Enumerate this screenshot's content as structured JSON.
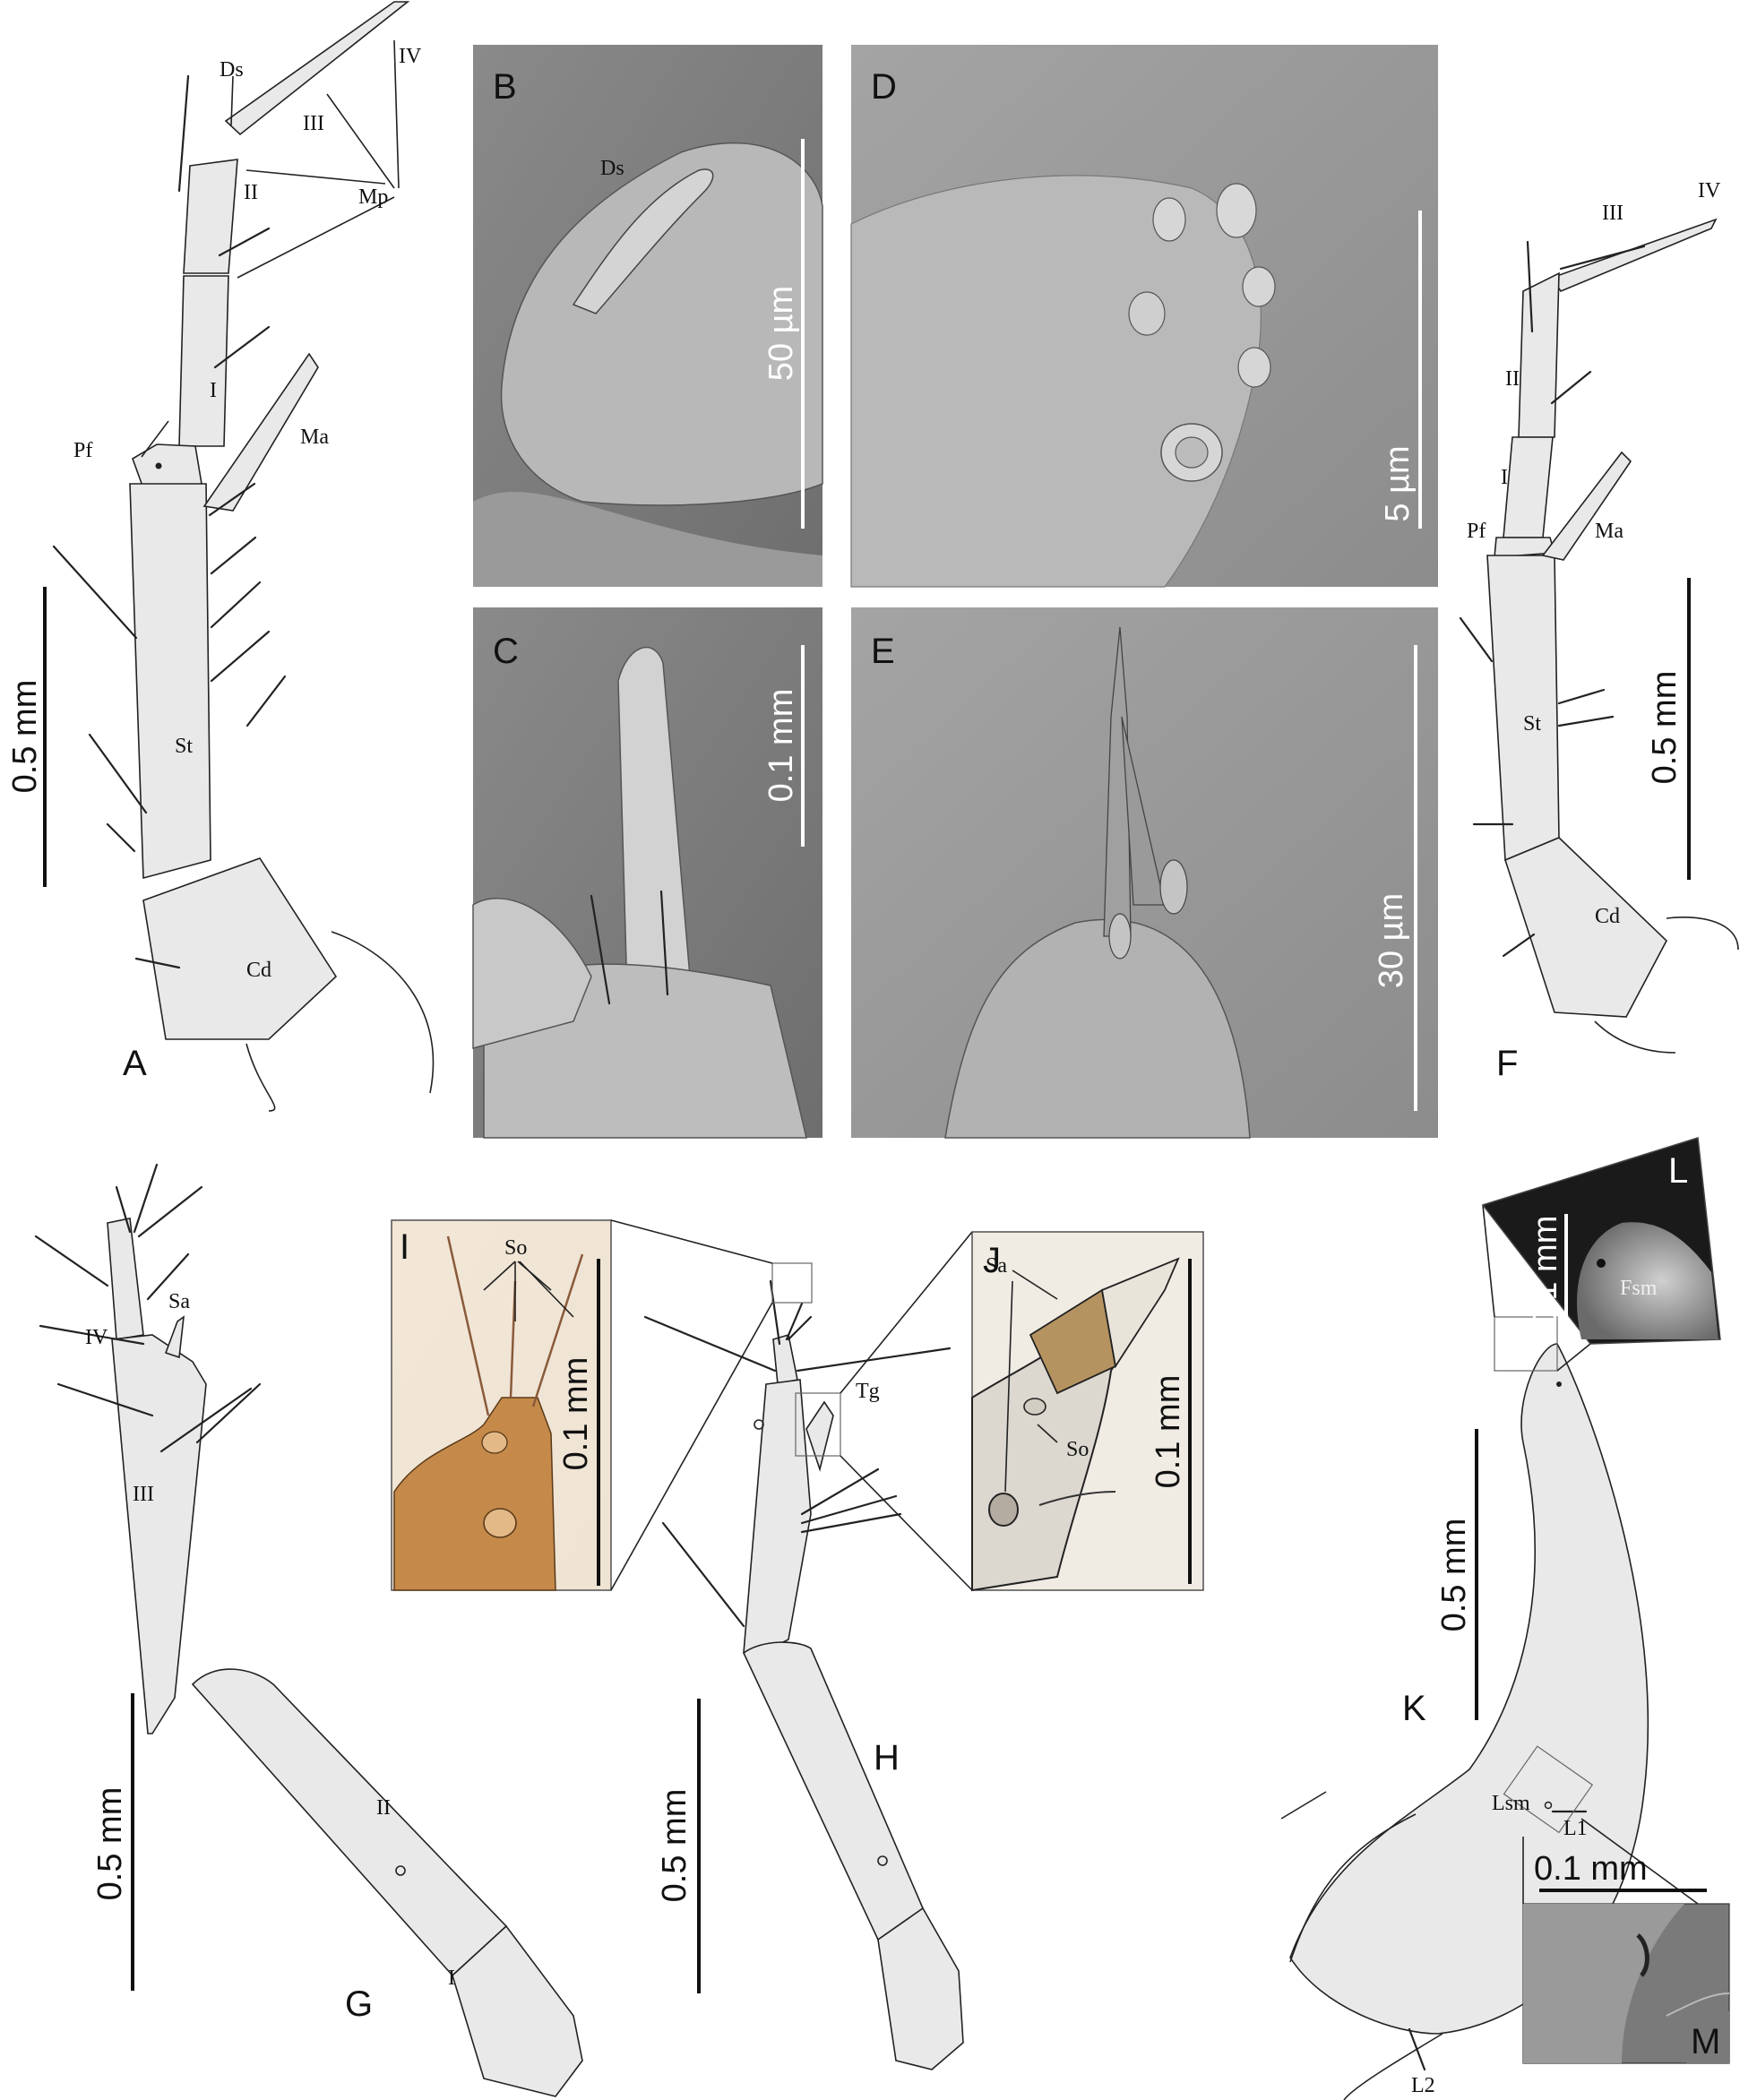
{
  "panels": {
    "A": {
      "letter": "A",
      "scale": "0.5 mm",
      "labels": {
        "ds": "Ds",
        "iv": "IV",
        "iii": "III",
        "ii": "II",
        "mp": "Mp",
        "i": "I",
        "pf": "Pf",
        "ma": "Ma",
        "st": "St",
        "cd": "Cd"
      }
    },
    "B": {
      "letter": "B",
      "scale": "50 µm",
      "labels": {
        "ds": "Ds"
      }
    },
    "C": {
      "letter": "C",
      "scale": "0.1 mm"
    },
    "D": {
      "letter": "D",
      "scale": "5 µm"
    },
    "E": {
      "letter": "E",
      "scale": "30 µm"
    },
    "F": {
      "letter": "F",
      "scale": "0.5 mm",
      "labels": {
        "iv": "IV",
        "iii": "III",
        "ii": "II",
        "i": "I",
        "pf": "Pf",
        "ma": "Ma",
        "st": "St",
        "cd": "Cd"
      }
    },
    "G": {
      "letter": "G",
      "scale": "0.5 mm",
      "labels": {
        "iv": "IV",
        "sa": "Sa",
        "iii": "III",
        "ii": "II",
        "i": "I"
      }
    },
    "H": {
      "letter": "H",
      "scale": "0.5 mm",
      "labels": {
        "tg": "Tg"
      }
    },
    "I": {
      "letter": "I",
      "scale": "0.1 mm",
      "labels": {
        "so": "So"
      }
    },
    "J": {
      "letter": "J",
      "scale": "0.1 mm",
      "labels": {
        "sa": "Sa",
        "so": "So"
      }
    },
    "K": {
      "letter": "K",
      "scale": "0.5 mm",
      "labels": {
        "lsm": "Lsm",
        "l1": "L1",
        "l2": "L2"
      }
    },
    "L": {
      "letter": "L",
      "scale": "0.1 mm",
      "labels": {
        "fsm": "Fsm"
      }
    },
    "M": {
      "letter": "M",
      "scale": "0.1 mm"
    }
  },
  "colors": {
    "drawing_fill": "#e9e9e9",
    "sem_background": "#8c8c8c",
    "micrograph_amber": "#c99a5a",
    "line": "#222222"
  }
}
